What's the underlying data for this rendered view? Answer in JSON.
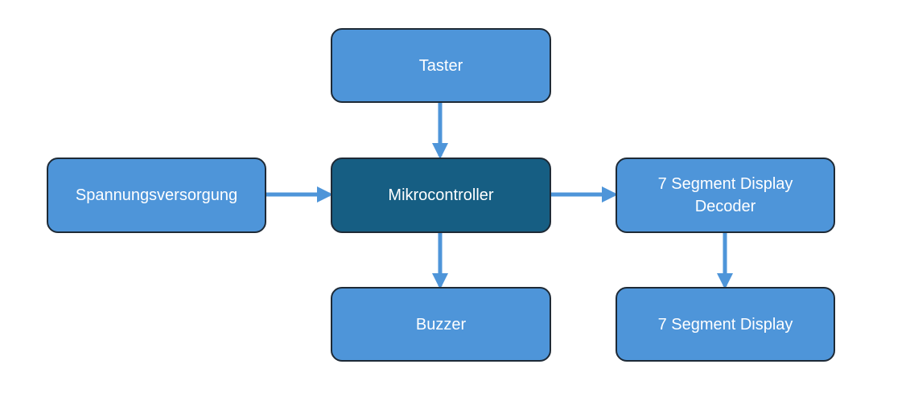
{
  "diagram": {
    "nodes": {
      "taster": "Taster",
      "spannungsversorgung": "Spannungsversorgung",
      "mikrocontroller": "Mikrocontroller",
      "decoder": "7 Segment Display Decoder",
      "buzzer": "Buzzer",
      "display": "7 Segment Display"
    },
    "colors": {
      "node_fill": "#4e95d9",
      "central_fill": "#165e83",
      "node_border": "#1e2a36",
      "arrow": "#4e95d9",
      "text": "#ffffff"
    }
  }
}
